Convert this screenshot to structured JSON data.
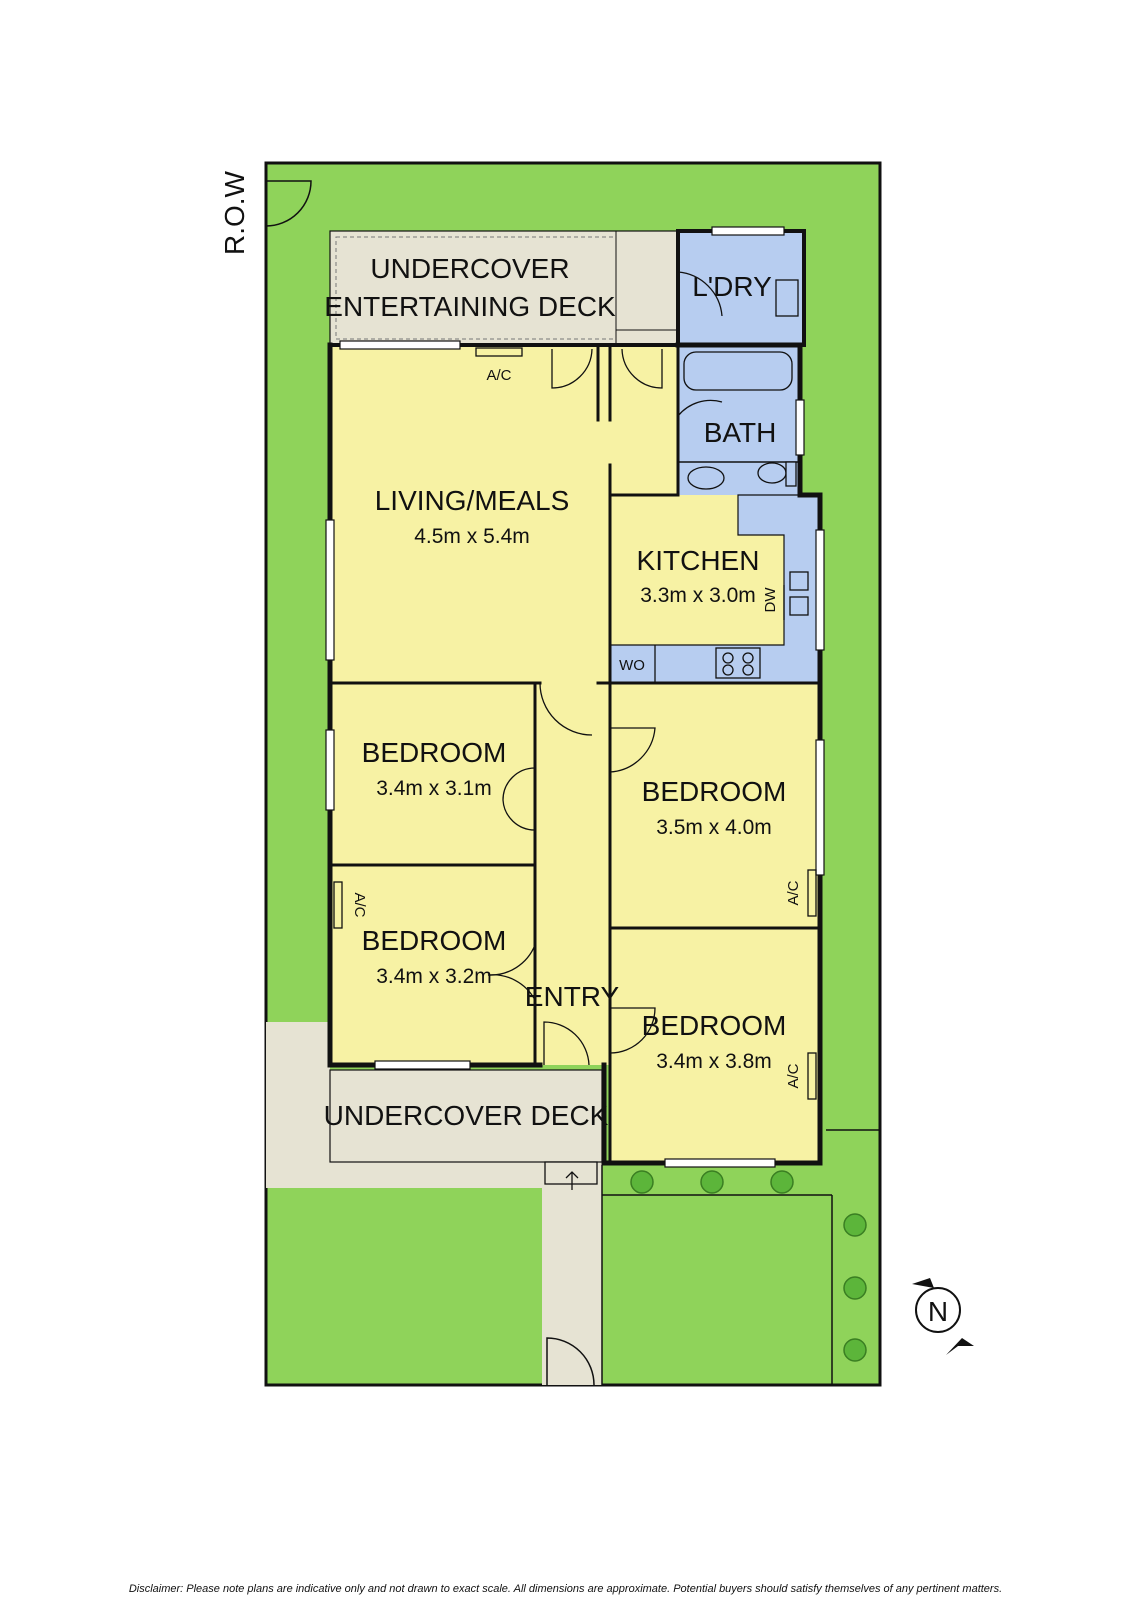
{
  "colors": {
    "lawn": "#8fd35a",
    "room": "#f7f2a4",
    "wet": "#b7cdf0",
    "deck": "#e6e3d3",
    "wall": "#111111",
    "tree": "#5cb53a"
  },
  "labels": {
    "row": "R.O.W",
    "entertaining_deck_line1": "UNDERCOVER",
    "entertaining_deck_line2": "ENTERTAINING DECK",
    "laundry": "L'DRY",
    "bath": "BATH",
    "living_name": "LIVING/MEALS",
    "living_dim": "4.5m x 5.4m",
    "kitchen_name": "KITCHEN",
    "kitchen_dim": "3.3m x 3.0m",
    "dw": "DW",
    "wo": "WO",
    "ac": "A/C",
    "bed1_name": "BEDROOM",
    "bed1_dim": "3.4m x 3.1m",
    "bed2_name": "BEDROOM",
    "bed2_dim": "3.5m x 4.0m",
    "bed3_name": "BEDROOM",
    "bed3_dim": "3.4m x 3.2m",
    "bed4_name": "BEDROOM",
    "bed4_dim": "3.4m x 3.8m",
    "entry": "ENTRY",
    "undercover_deck": "UNDERCOVER DECK",
    "north": "N"
  },
  "disclaimer": "Disclaimer: Please note plans are indicative only and not drawn to exact scale. All dimensions are approximate. Potential buyers should satisfy themselves of any pertinent matters."
}
